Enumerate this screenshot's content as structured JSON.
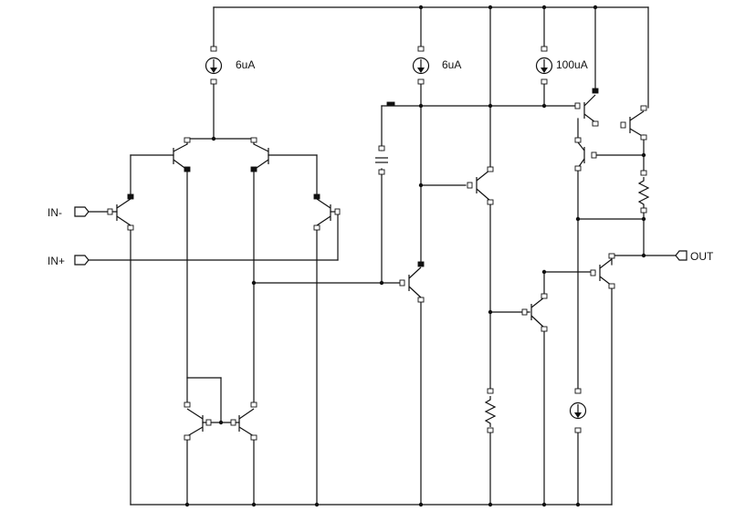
{
  "labels": {
    "in_minus": "IN-",
    "in_plus": "IN+",
    "out": "OUT",
    "source_left": "6uA",
    "source_mid": "6uA",
    "source_right": "100uA"
  }
}
